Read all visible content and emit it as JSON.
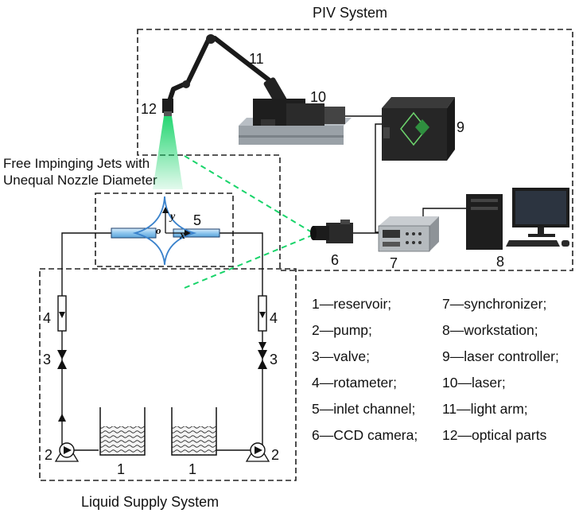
{
  "titles": {
    "piv_system": "PIV System",
    "liquid_supply": "Liquid Supply System",
    "jets_line1": "Free Impinging Jets with",
    "jets_line2": "Unequal Nozzle Diameter"
  },
  "axes": {
    "x": "x",
    "y": "y",
    "origin": "o"
  },
  "numbers": {
    "n1a": "1",
    "n1b": "1",
    "n2a": "2",
    "n2b": "2",
    "n3a": "3",
    "n3b": "3",
    "n4a": "4",
    "n4b": "4",
    "n5": "5",
    "n6": "6",
    "n7": "7",
    "n8": "8",
    "n9": "9",
    "n10": "10",
    "n11": "11",
    "n12": "12"
  },
  "legend_left": [
    "1—reservoir;",
    "2—pump;",
    "3—valve;",
    "4—rotameter;",
    "5—inlet channel;",
    "6—CCD camera;"
  ],
  "legend_right": [
    "7—synchronizer;",
    "8—workstation;",
    "9—laser controller;",
    "10—laser;",
    "11—light arm;",
    "12—optical parts"
  ],
  "colors": {
    "laser_green": "#19d46a",
    "channel_blue": "#9fd0f0",
    "impingement_blue": "#4a8fd6",
    "liquid_fill": "#2a2a2a"
  }
}
